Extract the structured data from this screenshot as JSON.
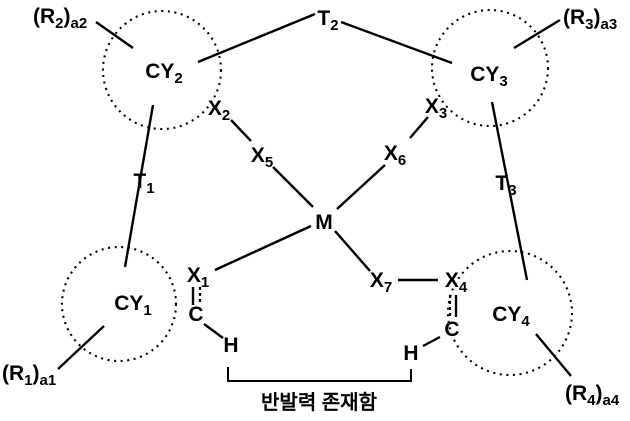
{
  "colors": {
    "ink": "#000000",
    "background": "#ffffff"
  },
  "labels": {
    "cy1": {
      "main": "CY",
      "sub": "1"
    },
    "cy2": {
      "main": "CY",
      "sub": "2"
    },
    "cy3": {
      "main": "CY",
      "sub": "3"
    },
    "cy4": {
      "main": "CY",
      "sub": "4"
    },
    "x1": {
      "main": "X",
      "sub": "1"
    },
    "x2": {
      "main": "X",
      "sub": "2"
    },
    "x3": {
      "main": "X",
      "sub": "3"
    },
    "x4": {
      "main": "X",
      "sub": "4"
    },
    "x5": {
      "main": "X",
      "sub": "5"
    },
    "x6": {
      "main": "X",
      "sub": "6"
    },
    "x7": {
      "main": "X",
      "sub": "7"
    },
    "t1": {
      "main": "T",
      "sub": "1"
    },
    "t2": {
      "main": "T",
      "sub": "2"
    },
    "t3": {
      "main": "T",
      "sub": "3"
    },
    "m": {
      "main": "M"
    },
    "c_left": {
      "main": "C"
    },
    "h_left": {
      "main": "H"
    },
    "c_right": {
      "main": "C"
    },
    "h_right": {
      "main": "H"
    },
    "r1": {
      "pre": "(R",
      "sub": "1",
      "post": ")",
      "tag": "a1"
    },
    "r2": {
      "pre": "(R",
      "sub": "2",
      "post": ")",
      "tag": "a2"
    },
    "r3": {
      "pre": "(R",
      "sub": "3",
      "post": ")",
      "tag": "a3"
    },
    "r4": {
      "pre": "(R",
      "sub": "4",
      "post": ")",
      "tag": "a4"
    }
  },
  "caption": {
    "text": "반발력 존재함"
  }
}
